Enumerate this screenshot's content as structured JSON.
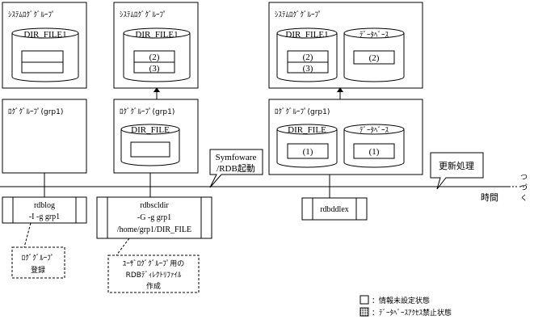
{
  "labels": {
    "system_log_group": "ｼｽﾃﾑﾛｸﾞｸﾞﾙｰﾌﾟ",
    "log_group": "ﾛｸﾞｸﾞﾙｰﾌﾟ(grp1)",
    "dir_file1": "DIR_FILE1",
    "dir_file": "DIR_FILE",
    "database": "ﾃﾞｰﾀﾍﾞｰｽ",
    "mark_1": "(1)",
    "mark_2": "(2)",
    "mark_3": "(3)"
  },
  "callouts": {
    "symfoware_l1": "Symfoware",
    "symfoware_l2": "/RDB起動",
    "update": "更新処理"
  },
  "timeline": {
    "axis_label": "時間",
    "tsuzuku": [
      "つ",
      "づ",
      "く"
    ]
  },
  "commands": {
    "rdblog_l1": "rdblog",
    "rdblog_l2": "-I -g grp1",
    "rdbscldir_l1": "rdbscldir",
    "rdbscldir_l2": "-G -g grp1",
    "rdbscldir_l3": "/home/grp1/DIR_FILE",
    "rdbddlex": "rdbddlex"
  },
  "notes": {
    "register_l1": "ﾛｸﾞｸﾞﾙｰﾌﾟ",
    "register_l2": "登録",
    "create_l1": "ﾕｰｻﾞﾛｸﾞｸﾞﾙｰﾌﾟ用の",
    "create_l2": "RDBﾃﾞｨﾚｸﾄﾘﾌｧｲﾙ",
    "create_l3": "作成"
  },
  "legend": {
    "unset": "：情報未設定状態",
    "prohibited": "：ﾃﾞｰﾀﾍﾞｰｽｱｸｾｽ禁止状態"
  }
}
